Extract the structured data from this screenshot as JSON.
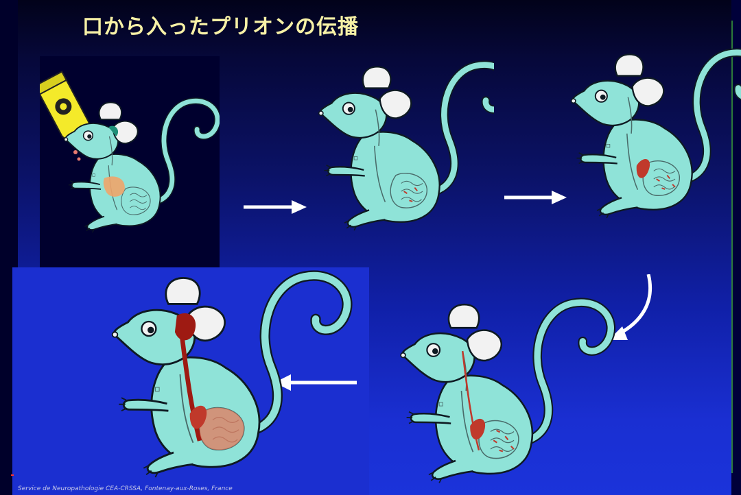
{
  "title": "口から入ったプリオンの伝播",
  "credit": "Service de Neuropathologie CEA-CRSSA, Fontenay-aux-Roses, France",
  "colors": {
    "background_top": "#02021a",
    "background_bottom": "#1b33da",
    "mouse_body": "#8fe3d8",
    "outline": "#0e1a22",
    "title_text": "#f7f1a6",
    "arrow": "#ffffff",
    "prion_red": "#c0392b",
    "bottle_yellow": "#f4ea2a"
  },
  "stages": [
    {
      "name": "stage-1-ingestion",
      "icon": "feeding-bottle-icon",
      "infected_regions": [
        "stomach"
      ]
    },
    {
      "name": "stage-2",
      "infected_regions": [
        "intestine"
      ]
    },
    {
      "name": "stage-3",
      "infected_regions": [
        "spleen",
        "intestine"
      ]
    },
    {
      "name": "stage-4",
      "infected_regions": [
        "spleen",
        "intestine",
        "spinal-cord"
      ]
    },
    {
      "name": "stage-5",
      "infected_regions": [
        "brain",
        "spinal-cord",
        "spleen",
        "intestine"
      ]
    }
  ],
  "arrows": [
    "right-arrow-icon",
    "right-arrow-icon",
    "curved-down-arrow-icon",
    "left-arrow-icon"
  ]
}
